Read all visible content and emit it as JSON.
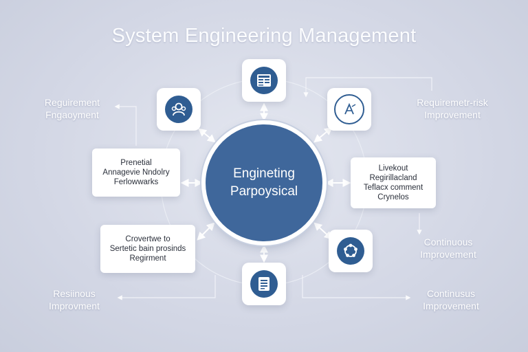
{
  "title": "System Engineering Management",
  "hub": {
    "line1": "Engineting",
    "line2": "Parpoysical"
  },
  "left_cards": [
    {
      "lines": [
        "Prenetial",
        "Annagevie Nndolry",
        "Ferlowwarks"
      ]
    },
    {
      "lines": [
        "Crovertwe to",
        "Sertetic bain prosinds",
        "Regirment"
      ]
    }
  ],
  "right_card": {
    "lines": [
      "Livekout",
      "Regirillacland",
      "Teflacx comment",
      "Crynelos"
    ]
  },
  "side_labels": {
    "top_left": [
      "Reguirement",
      "Fngaoyment"
    ],
    "top_right": [
      "Requiremetr-risk",
      "Improvement"
    ],
    "mid_right": [
      "Continuous",
      "Improvement"
    ],
    "bottom_left": [
      "Resiinous",
      "Improvment"
    ],
    "bottom_right": [
      "Continusus",
      "Improvement"
    ]
  },
  "icons": {
    "top": "document-table-icon",
    "top_left": "team-people-icon",
    "top_right": "compass-a-icon",
    "bottom": "report-document-icon",
    "bottom_right": "cycle-nodes-icon"
  },
  "colors": {
    "hub": "#3f679b",
    "icon_disc": "#2f5d92",
    "background": "#d3d7e5"
  }
}
